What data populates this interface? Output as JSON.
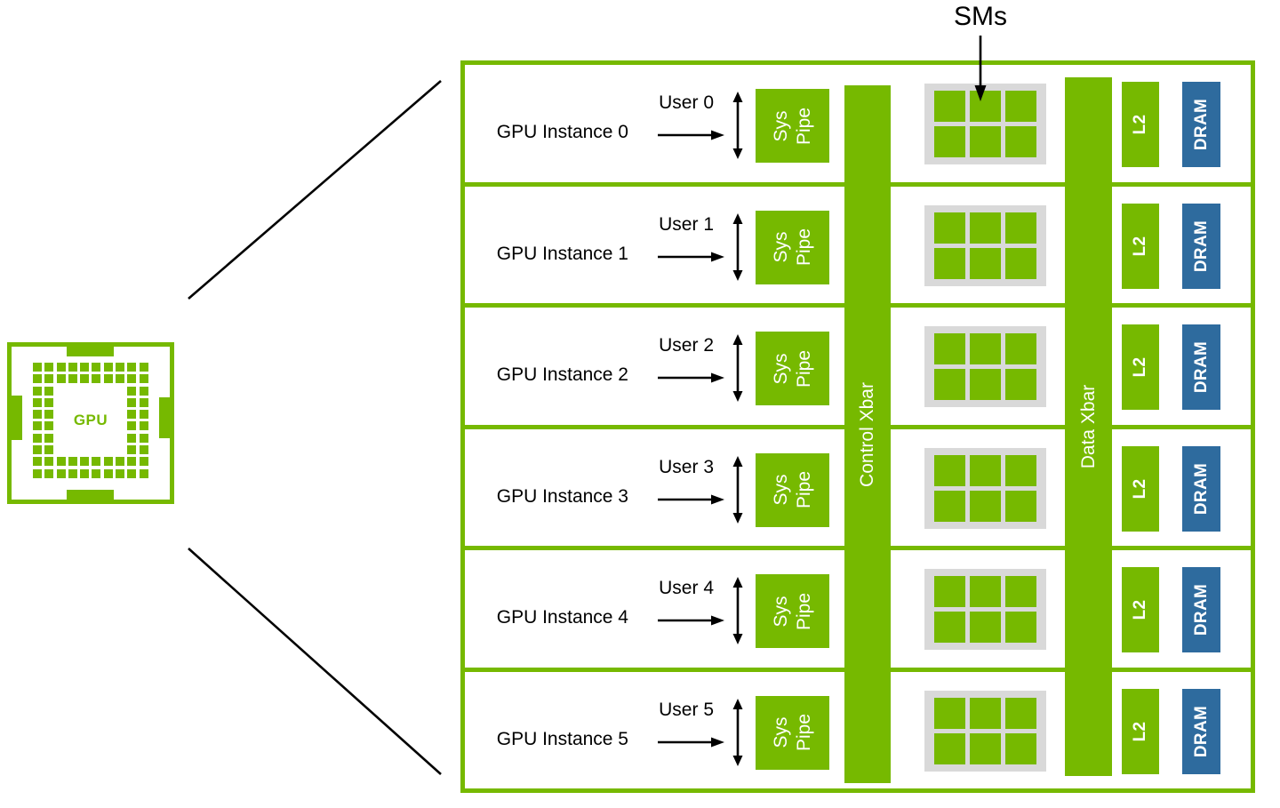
{
  "colors": {
    "green": "#76b900",
    "blue": "#2e6b9e",
    "gray": "#d9d9d9",
    "black": "#000000"
  },
  "chip": {
    "label": "GPU",
    "grid_size": 10,
    "ring_thickness": 2
  },
  "annotations": {
    "sms_label": "SMs"
  },
  "xbars": {
    "control": "Control Xbar",
    "data": "Data Xbar"
  },
  "blocks": {
    "sys_pipe": "Sys Pipe",
    "l2": "L2",
    "dram": "DRAM"
  },
  "sm_grid": {
    "rows": 2,
    "cols": 3
  },
  "instances": [
    {
      "user": "User 0",
      "label": "GPU Instance 0"
    },
    {
      "user": "User 1",
      "label": "GPU Instance 1"
    },
    {
      "user": "User 2",
      "label": "GPU Instance 2"
    },
    {
      "user": "User 3",
      "label": "GPU Instance 3"
    },
    {
      "user": "User 4",
      "label": "GPU Instance 4"
    },
    {
      "user": "User 5",
      "label": "GPU Instance 5"
    }
  ]
}
